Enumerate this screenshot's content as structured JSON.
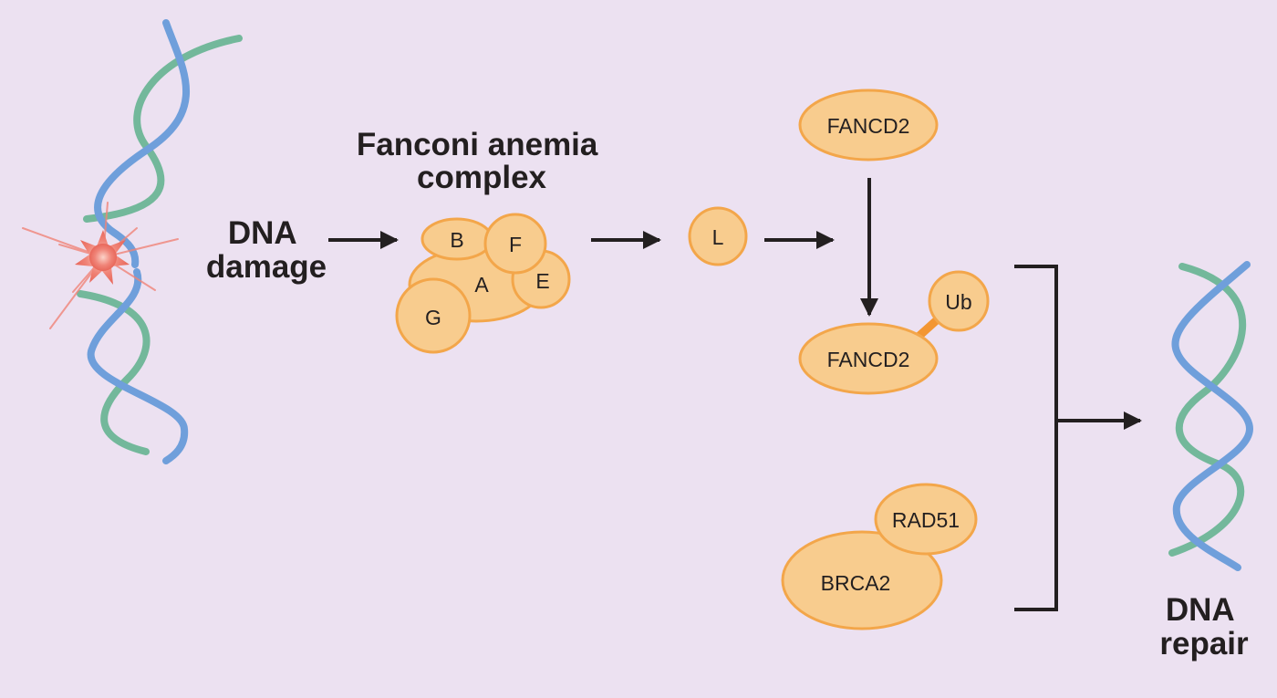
{
  "colors": {
    "background": "#ece1f1",
    "protein_fill": "#f8cc8e",
    "protein_stroke": "#f3a64a",
    "ubiquitin_linker": "#f39632",
    "strand_blue": "#6f9fdb",
    "strand_green": "#73b89b",
    "damage_spark": "#f08478",
    "arrow": "#231f20"
  },
  "labels": {
    "dna_damage": [
      "DNA",
      "damage"
    ],
    "fa_complex_title": [
      "Fanconi anemia",
      "complex"
    ],
    "dna_repair": [
      "DNA",
      "repair"
    ]
  },
  "complex_subunits": {
    "a": "A",
    "b": "B",
    "e": "E",
    "f": "F",
    "g": "G"
  },
  "proteins": {
    "l": "L",
    "fancd2_top": "FANCD2",
    "fancd2_bottom": "FANCD2",
    "ubiquitin": "Ub",
    "rad51": "RAD51",
    "brca2": "BRCA2"
  }
}
